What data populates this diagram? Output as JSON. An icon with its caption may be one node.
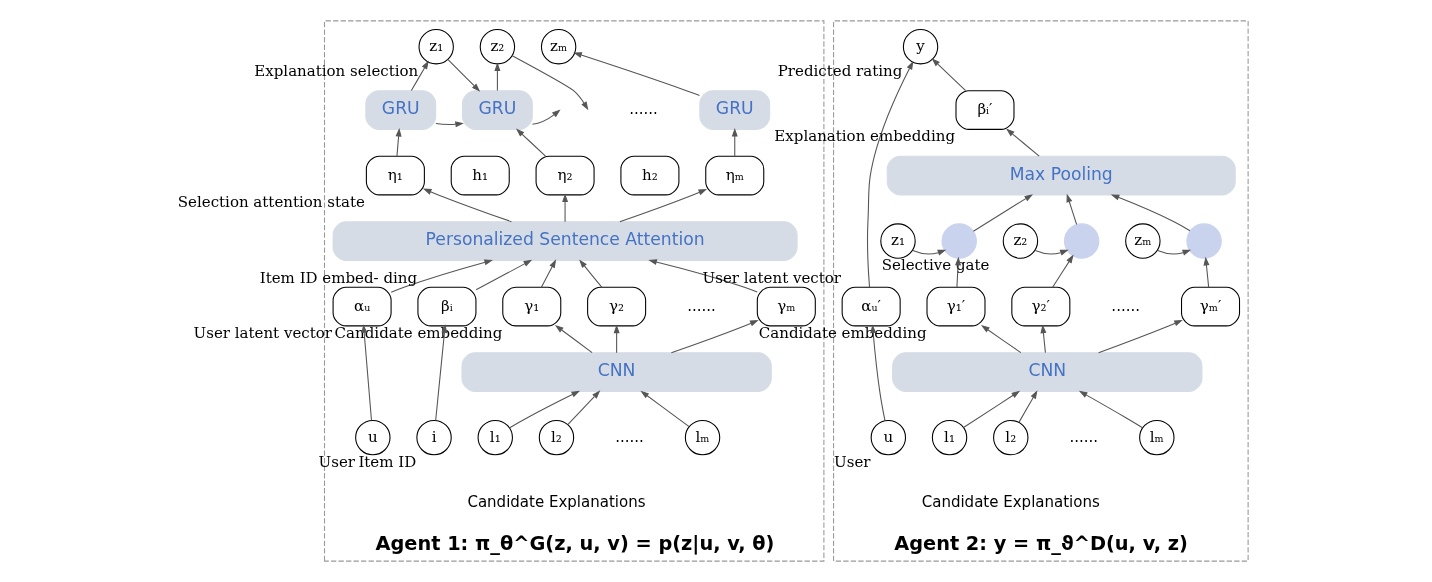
{
  "diagram": {
    "nodes": [
      {
        "text": [
          "Agent 1: π_θ^G(z, u, v) = p(z|u, v, θ)"
        ]
      },
      {
        "text": [
          "z₁"
        ],
        "in": 0,
        "beside": [
          "Explanation selection"
        ]
      },
      {
        "text": [
          "z₂"
        ],
        "in": 0
      },
      {
        "text": [
          "zₘ"
        ],
        "in": 0
      },
      {
        "text": [
          "GRU"
        ],
        "in": 0
      },
      {
        "text": [
          "GRU"
        ],
        "in": 0
      },
      {
        "text": [
          "GRU"
        ],
        "in": 0
      },
      {
        "text": [
          "h₁"
        ],
        "in": 0
      },
      {
        "text": [
          "h₂"
        ],
        "in": 0
      },
      {
        "text": [
          "η₁"
        ],
        "in": 0,
        "beside": [
          "Selection attention state"
        ]
      },
      {
        "text": [
          "η₂"
        ],
        "in": 0
      },
      {
        "text": [
          "ηₘ"
        ],
        "in": 0
      },
      {
        "text": [
          "Personalized Sentence Attention"
        ],
        "in": 0
      },
      {
        "text": [
          "αᵤ"
        ],
        "in": 0,
        "beside": [
          "User latent vector"
        ]
      },
      {
        "text": [
          "βᵢ"
        ],
        "in": 0,
        "beside": [
          "Item ID embed- ding"
        ]
      },
      {
        "text": [
          "γ₁"
        ],
        "in": 0,
        "beside": [
          "Candidate embedding"
        ]
      },
      {
        "text": [
          "γ₂"
        ],
        "in": 0
      },
      {
        "text": [
          "γₘ"
        ],
        "in": 0
      },
      {
        "text": [
          "CNN"
        ],
        "in": 0
      },
      {
        "text": [
          "u"
        ],
        "in": 0,
        "beside": [
          "User"
        ]
      },
      {
        "text": [
          "i"
        ],
        "in": 0,
        "beside": [
          "Item ID"
        ]
      },
      {
        "text": [
          "l₁"
        ],
        "in": 0
      },
      {
        "text": [
          "l₂"
        ],
        "in": 0
      },
      {
        "text": [
          "lₘ"
        ],
        "in": 0
      },
      {
        "text": [
          "Agent 2: y = π_ϑ^D(u, v, z)"
        ]
      },
      {
        "text": [
          "y"
        ],
        "in": 24,
        "beside": [
          "Predicted rating"
        ]
      },
      {
        "text": [
          "βᵢ′"
        ],
        "in": 24,
        "beside": [
          "Explanation embedding"
        ]
      },
      {
        "text": [
          "Max Pooling"
        ],
        "in": 24
      },
      {
        "text": [
          "z₁"
        ],
        "in": 24,
        "beside": [
          "Selective gate"
        ]
      },
      {
        "text": [],
        "shape": "circle",
        "in": 24
      },
      {
        "text": [
          "z₂"
        ],
        "in": 24
      },
      {
        "text": [],
        "shape": "circle",
        "in": 24
      },
      {
        "text": [
          "zₘ"
        ],
        "in": 24
      },
      {
        "text": [],
        "shape": "circle",
        "in": 24
      },
      {
        "text": [
          "γ₁′"
        ],
        "in": 24,
        "beside": [
          "Candidate embedding"
        ]
      },
      {
        "text": [
          "γ₂′"
        ],
        "in": 24
      },
      {
        "text": [
          "γₘ′"
        ],
        "in": 24
      },
      {
        "text": [
          "αᵤ′"
        ],
        "in": 24,
        "beside": [
          "User latent vector"
        ]
      },
      {
        "text": [
          "CNN"
        ],
        "in": 24
      },
      {
        "text": [
          "u"
        ],
        "in": 24,
        "beside": [
          "User"
        ]
      },
      {
        "text": [
          "l₁"
        ],
        "in": 24
      },
      {
        "text": [
          "l₂"
        ],
        "in": 24
      },
      {
        "text": [
          "lₘ"
        ],
        "in": 24
      }
    ],
    "edges": [
      {
        "from": 19,
        "to": 13,
        "arrow": "to"
      },
      {
        "from": 20,
        "to": 14,
        "arrow": "to"
      },
      {
        "from": 21,
        "to": 18,
        "arrow": "to"
      },
      {
        "from": 22,
        "to": 18,
        "arrow": "to"
      },
      {
        "from": 23,
        "to": 18,
        "arrow": "to"
      },
      {
        "from": 18,
        "to": 15,
        "arrow": "to"
      },
      {
        "from": 18,
        "to": 16,
        "arrow": "to"
      },
      {
        "from": 18,
        "to": 17,
        "arrow": "to"
      },
      {
        "from": 13,
        "to": 12,
        "arrow": "to"
      },
      {
        "from": 14,
        "to": 12,
        "arrow": "to"
      },
      {
        "from": 15,
        "to": 12,
        "arrow": "to"
      },
      {
        "from": 16,
        "to": 12,
        "arrow": "to"
      },
      {
        "from": 17,
        "to": 12,
        "arrow": "to"
      },
      {
        "from": 12,
        "to": 9,
        "arrow": "to"
      },
      {
        "from": 12,
        "to": 10,
        "arrow": "to"
      },
      {
        "from": 12,
        "to": 11,
        "arrow": "to"
      },
      {
        "from": 9,
        "to": 4,
        "arrow": "to"
      },
      {
        "from": 10,
        "to": 5,
        "arrow": "to"
      },
      {
        "from": 11,
        "to": 6,
        "arrow": "to"
      },
      {
        "from": 4,
        "to": 1,
        "arrow": "to"
      },
      {
        "from": 5,
        "to": 2,
        "arrow": "to"
      },
      {
        "from": 6,
        "to": 3,
        "arrow": "to"
      },
      {
        "from": 4,
        "to": 5,
        "arrow": "to"
      },
      {
        "from": 5,
        "to": null,
        "arrow": "to"
      },
      {
        "from": 1,
        "to": 5,
        "arrow": "to"
      },
      {
        "from": 2,
        "to": null,
        "arrow": "to"
      },
      {
        "from": 39,
        "to": 37,
        "arrow": "to"
      },
      {
        "from": 40,
        "to": 38,
        "arrow": "to"
      },
      {
        "from": 41,
        "to": 38,
        "arrow": "to"
      },
      {
        "from": 42,
        "to": 38,
        "arrow": "to"
      },
      {
        "from": 38,
        "to": 34,
        "arrow": "to"
      },
      {
        "from": 38,
        "to": 35,
        "arrow": "to"
      },
      {
        "from": 38,
        "to": 36,
        "arrow": "to"
      },
      {
        "from": 34,
        "to": 29,
        "arrow": "to"
      },
      {
        "from": 35,
        "to": 31,
        "arrow": "to"
      },
      {
        "from": 36,
        "to": 33,
        "arrow": "to"
      },
      {
        "from": 28,
        "to": 29,
        "arrow": "to"
      },
      {
        "from": 30,
        "to": 31,
        "arrow": "to"
      },
      {
        "from": 32,
        "to": 33,
        "arrow": "to"
      },
      {
        "from": 29,
        "to": 27,
        "arrow": "to"
      },
      {
        "from": 31,
        "to": 27,
        "arrow": "to"
      },
      {
        "from": 33,
        "to": 27,
        "arrow": "to"
      },
      {
        "from": 27,
        "to": 26,
        "arrow": "to"
      },
      {
        "from": 37,
        "to": 25,
        "arrow": "to"
      },
      {
        "from": 26,
        "to": 25,
        "arrow": "to"
      }
    ],
    "labels": [
      "......",
      "......",
      "......",
      "Candidate Explanations",
      "......",
      "......",
      "Candidate Explanations"
    ]
  }
}
